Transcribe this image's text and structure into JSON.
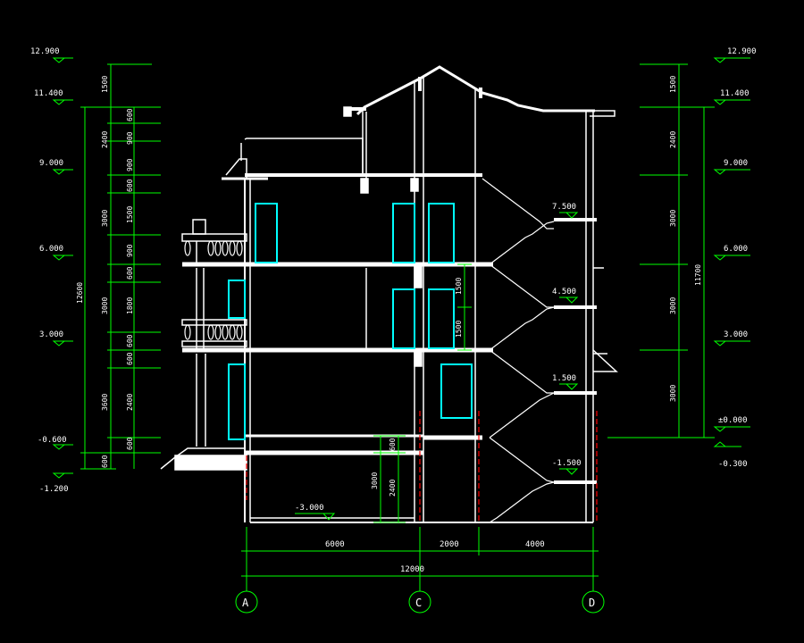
{
  "colors": {
    "background": "#000000",
    "structure": "#ffffff",
    "dimension": "#00ff00",
    "text": "#ffffff",
    "opening": "#00ffff",
    "cut_line": "#ff0000"
  },
  "left_levels": [
    "12.900",
    "11.400",
    "9.000",
    "6.000",
    "3.000",
    "-0.600",
    "-1.200"
  ],
  "right_levels": [
    "12.900",
    "11.400",
    "9.000",
    "6.000",
    "3.000",
    "±0.000",
    "-0.300"
  ],
  "left_outer_dims": [
    "1500",
    "2400",
    "3000",
    "3000",
    "3600",
    "600"
  ],
  "left_total_dim": "12600",
  "left_inner_dims": [
    "600",
    "900",
    "900",
    "600",
    "1500",
    "900",
    "600",
    "1800",
    "600",
    "600",
    "2400",
    "600"
  ],
  "right_dims": [
    "1500",
    "2400",
    "3000",
    "3000",
    "3000"
  ],
  "right_total_dim": "11700",
  "stair_levels": [
    "7.500",
    "4.500",
    "1.500",
    "-1.500"
  ],
  "basement_level": "-3.000",
  "basement_dims": [
    "3000",
    "2400",
    "600"
  ],
  "mid_dims": [
    "1500",
    "1500"
  ],
  "bottom_dims": [
    "6000",
    "2000",
    "4000"
  ],
  "bottom_total": "12000",
  "axes": [
    "A",
    "C",
    "D"
  ]
}
